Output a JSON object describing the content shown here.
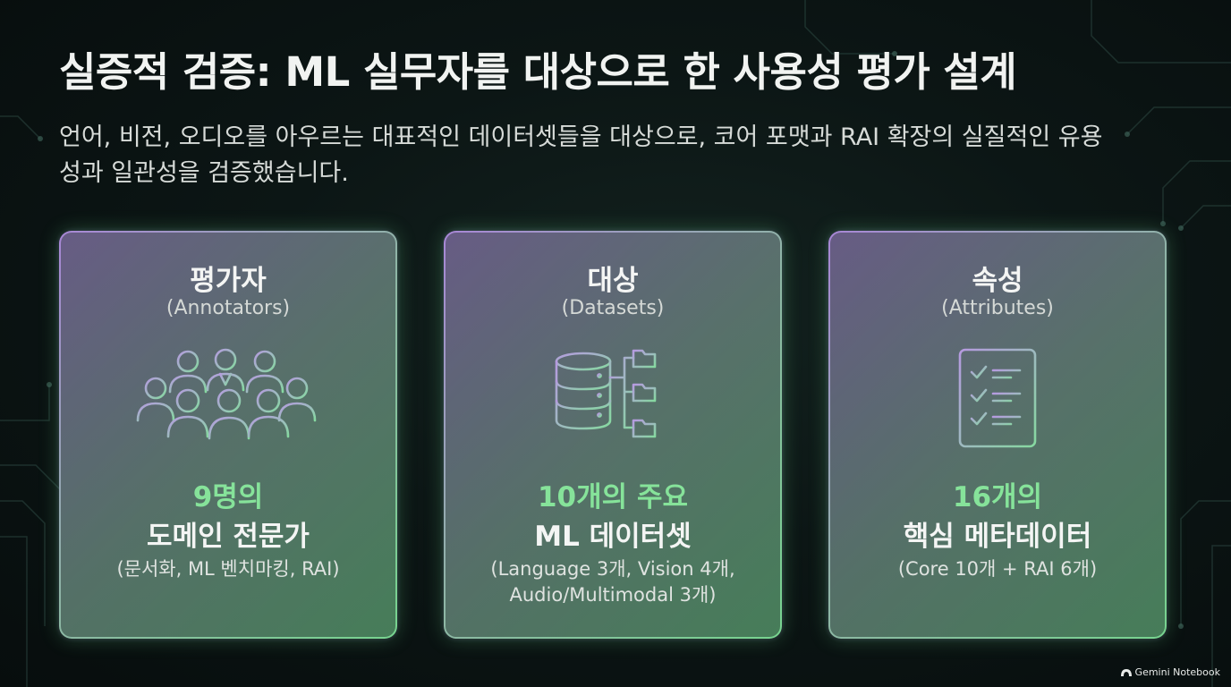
{
  "title": "실증적 검증: ML 실무자를 대상으로 한 사용성 평가 설계",
  "subtitle": "언어, 비전, 오디오를 아우르는 대표적인 데이터셋들을 대상으로, 코어 포맷과 RAI 확장의 실질적인 유용성과 일관성을 검증했습니다.",
  "cards": [
    {
      "heading": "평가자",
      "sub": "(Annotators)",
      "icon": "people-group-icon",
      "highlight": "9명의",
      "main": "도메인 전문가",
      "detail": "(문서화, ML 벤치마킹, RAI)"
    },
    {
      "heading": "대상",
      "sub": "(Datasets)",
      "icon": "database-folders-icon",
      "highlight": "10개의 주요",
      "main": "ML 데이터셋",
      "detail": "(Language 3개, Vision 4개, Audio/Multimodal 3개)"
    },
    {
      "heading": "속성",
      "sub": "(Attributes)",
      "icon": "checklist-icon",
      "highlight": "16개의",
      "main": "핵심 메타데이터",
      "detail": "(Core 10개 + RAI 6개)"
    }
  ],
  "brand": "Gemini Notebook",
  "colors": {
    "accent_green": "#86e39a",
    "border_purple": "#a887d6",
    "border_green": "#77d48f",
    "background": "#0c1615"
  }
}
